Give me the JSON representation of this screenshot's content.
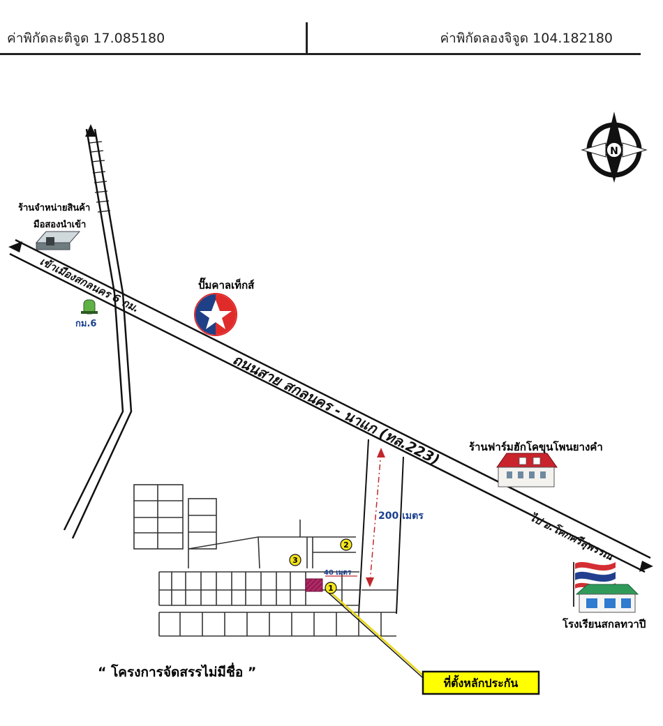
{
  "header": {
    "latitude": "ค่าพิกัดละติจูด 17.085180",
    "longitude": "ค่าพิกัดลองจิจูด 104.182180"
  },
  "compass": {
    "letter": "N"
  },
  "roads": {
    "main_road": "ถนนสาย สกลนคร - นาแก (ทล.223)",
    "to_city": "เข้าเมืองสกลนคร 6 กม.",
    "to_district": "ไป อ.โคกศรีสุพรรณ"
  },
  "landmarks": {
    "secondhand_shop": [
      "ร้านจำหน่ายสินค้า",
      "มือสองนำเข้า"
    ],
    "caltex": "ปั๊มคาลเท็กส์",
    "km_marker": "กม.6",
    "farm_shop": "ร้านฟาร์มฮักโคขุนโพนยางคำ",
    "school": "โรงเรียนสกลทวาปี"
  },
  "distances": {
    "d200": "200 เมตร",
    "d40": "40 เมตร"
  },
  "plots": [
    "1",
    "2",
    "3"
  ],
  "project": "“ โครงการจัดสรรไม่มีชื่อ ”",
  "collateral": "ที่ตั้งหลักประกัน",
  "colors": {
    "plot_marker": "#f4e51c",
    "collateral_box": "#ffff00",
    "collateral_plot": "#9b1d55",
    "label_blue": "#1a3f8f",
    "caltex_red": "#e02b2b",
    "caltex_blue": "#1f3f86"
  }
}
